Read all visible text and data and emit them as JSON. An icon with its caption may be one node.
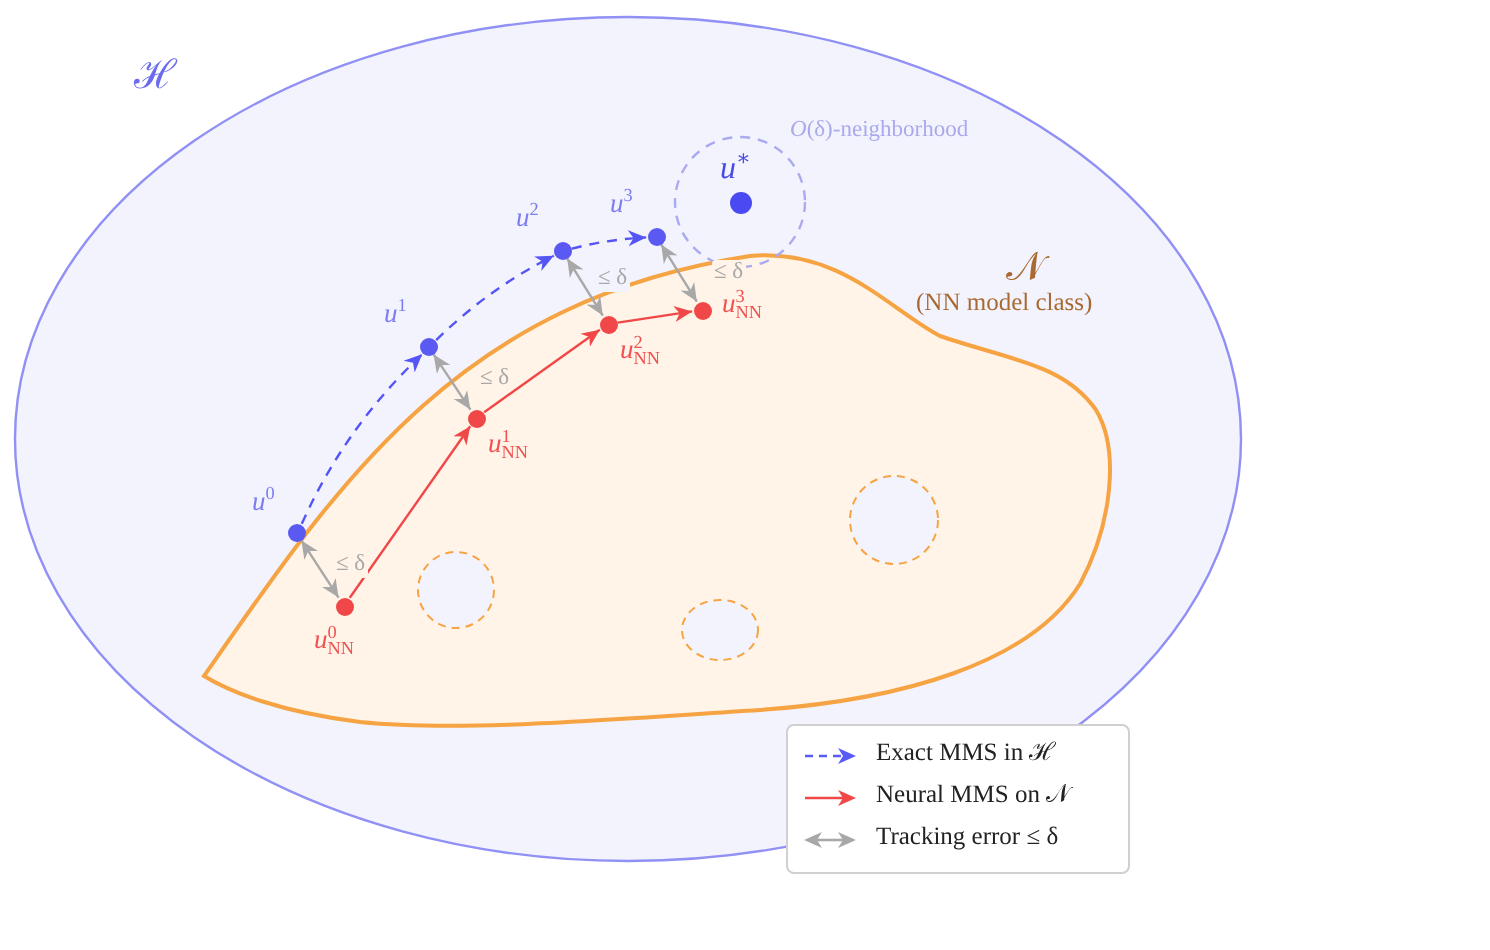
{
  "diagram": {
    "nodes": [
      {
        "text": [
          "ℋ"
        ]
      },
      {
        "text": [
          "𝒩",
          "(NN model class)"
        ],
        "in": 0
      },
      {
        "text": [
          "*O*(δ)-neighborhood"
        ],
        "in": 0
      },
      {
        "text": [],
        "shape": "circle",
        "beside": [
          "*u*$^{∗}$"
        ],
        "in": 2
      },
      {
        "text": [],
        "shape": "circle",
        "beside": [
          "*u*$^{0}$"
        ],
        "in": 0
      },
      {
        "text": [],
        "shape": "circle",
        "beside": [
          "*u*$^{1}$"
        ],
        "in": 0
      },
      {
        "text": [],
        "shape": "circle",
        "beside": [
          "*u*$^{2}$"
        ],
        "in": 0
      },
      {
        "text": [],
        "shape": "circle",
        "beside": [
          "*u*$^{3}$"
        ],
        "in": 0
      },
      {
        "text": [],
        "shape": "circle",
        "beside": [
          "*u*$^{0}$$_{NN}$"
        ],
        "in": 1
      },
      {
        "text": [],
        "shape": "circle",
        "beside": [
          "*u*$^{1}$$_{NN}$"
        ],
        "in": 1
      },
      {
        "text": [],
        "shape": "circle",
        "beside": [
          "*u*$^{2}$$_{NN}$"
        ],
        "in": 1
      },
      {
        "text": [],
        "shape": "circle",
        "beside": [
          "*u*$^{3}$$_{NN}$"
        ],
        "in": 1
      }
    ],
    "edges": [
      {
        "from": 4,
        "to": 5,
        "arrow": "to",
        "style": "dashed",
        "color": "#5555f5"
      },
      {
        "from": 5,
        "to": 6,
        "arrow": "to",
        "style": "dashed",
        "color": "#5555f5"
      },
      {
        "from": 6,
        "to": 7,
        "arrow": "to",
        "style": "dashed",
        "color": "#5555f5"
      },
      {
        "from": 8,
        "to": 9,
        "arrow": "to",
        "color": "#f04848"
      },
      {
        "from": 9,
        "to": 10,
        "arrow": "to",
        "color": "#f04848"
      },
      {
        "from": 10,
        "to": 11,
        "arrow": "to",
        "color": "#f04848"
      },
      {
        "from": 4,
        "to": 8,
        "arrow": "both",
        "label": "≤ δ",
        "color": "#a8a8a8"
      },
      {
        "from": 5,
        "to": 9,
        "arrow": "both",
        "label": "≤ δ",
        "color": "#a8a8a8"
      },
      {
        "from": 6,
        "to": 10,
        "arrow": "both",
        "label": "≤ δ",
        "color": "#a8a8a8"
      },
      {
        "from": 7,
        "to": 11,
        "arrow": "both",
        "label": "≤ δ",
        "color": "#a8a8a8"
      }
    ],
    "legend": [
      {
        "text": "Exact MMS in ℋ"
      },
      {
        "text": "Neural MMS on 𝒩"
      },
      {
        "text": "Tracking error ≤ δ"
      }
    ]
  }
}
